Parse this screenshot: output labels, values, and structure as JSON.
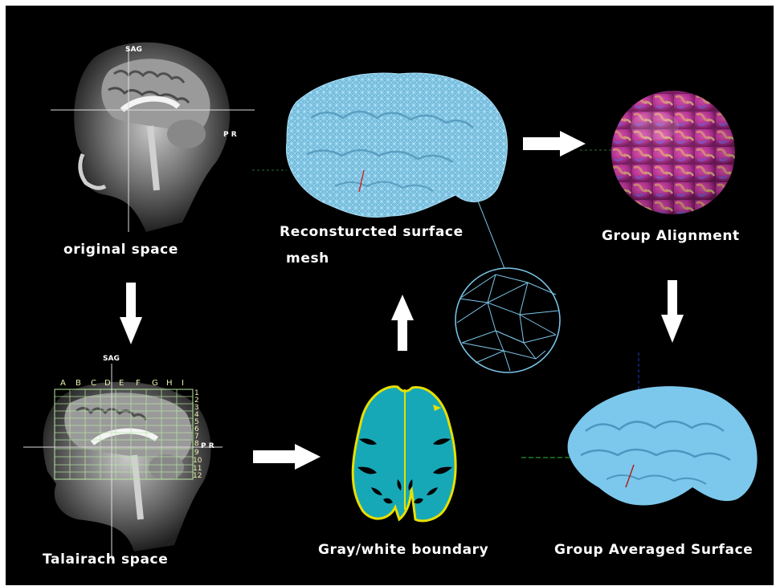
{
  "labels": {
    "original_space": "original space",
    "reconstructed_line1": "Reconsturcted surface",
    "reconstructed_line2": "mesh",
    "group_alignment": "Group Alignment",
    "talairach_space": "Talairach space",
    "gray_white_boundary": "Gray/white boundary",
    "group_averaged_surface": "Group Averaged Surface"
  },
  "mri_annotations": {
    "sag_top": "SAG",
    "pr_top": "P  R",
    "sag_bottom": "SAG",
    "pr_bottom": "P  R"
  },
  "talairach_grid": {
    "columns": [
      "A",
      "B",
      "C",
      "D",
      "E",
      "F",
      "G",
      "H",
      "I"
    ],
    "rows": [
      "1",
      "2",
      "3",
      "4",
      "5",
      "6",
      "7",
      "8",
      "9",
      "10",
      "11",
      "12"
    ]
  },
  "colors": {
    "background": "#000000",
    "mesh": "#8fd3ee",
    "surface": "#7cc8ec",
    "boundary_fill": "#17a8b8",
    "boundary_edge": "#e8e000",
    "arrow": "#ffffff",
    "sphere_base": "#c0409a"
  }
}
